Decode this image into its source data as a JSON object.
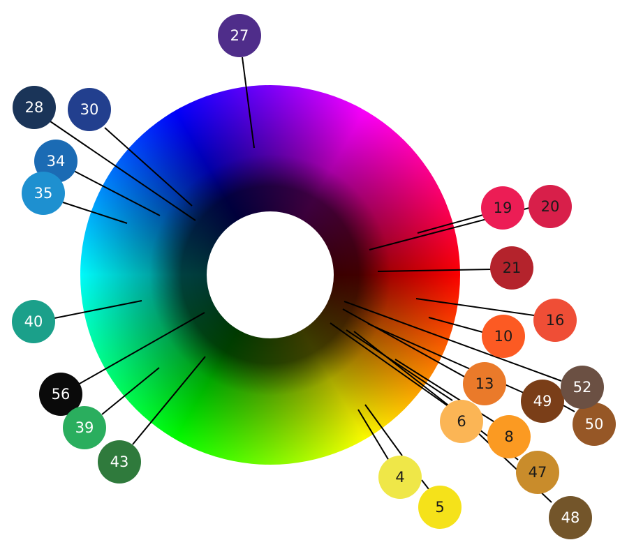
{
  "nodes": [
    {
      "id": "27",
      "label": "27",
      "color": "#4f2d8a",
      "text": "#ffffff"
    },
    {
      "id": "28",
      "label": "28",
      "color": "#1a3458",
      "text": "#ffffff"
    },
    {
      "id": "30",
      "label": "30",
      "color": "#223f8e",
      "text": "#ffffff"
    },
    {
      "id": "34",
      "label": "34",
      "color": "#1b6bb4",
      "text": "#ffffff"
    },
    {
      "id": "35",
      "label": "35",
      "color": "#1e90d0",
      "text": "#ffffff"
    },
    {
      "id": "40",
      "label": "40",
      "color": "#1ba08a",
      "text": "#ffffff"
    },
    {
      "id": "56",
      "label": "56",
      "color": "#0a0a0a",
      "text": "#ffffff"
    },
    {
      "id": "39",
      "label": "39",
      "color": "#2aae5e",
      "text": "#ffffff"
    },
    {
      "id": "43",
      "label": "43",
      "color": "#2f7a3c",
      "text": "#ffffff"
    },
    {
      "id": "4",
      "label": "4",
      "color": "#efe748",
      "text": "#1a1a1a"
    },
    {
      "id": "5",
      "label": "5",
      "color": "#f5e21a",
      "text": "#1a1a1a"
    },
    {
      "id": "6",
      "label": "6",
      "color": "#fbb555",
      "text": "#1a1a1a"
    },
    {
      "id": "8",
      "label": "8",
      "color": "#fb9a22",
      "text": "#1a1a1a"
    },
    {
      "id": "13",
      "label": "13",
      "color": "#ea7a2a",
      "text": "#1a1a1a"
    },
    {
      "id": "47",
      "label": "47",
      "color": "#c98c2b",
      "text": "#1a1a1a"
    },
    {
      "id": "48",
      "label": "48",
      "color": "#73552a",
      "text": "#ffffff"
    },
    {
      "id": "49",
      "label": "49",
      "color": "#7a3e18",
      "text": "#ffffff"
    },
    {
      "id": "50",
      "label": "50",
      "color": "#965726",
      "text": "#ffffff"
    },
    {
      "id": "52",
      "label": "52",
      "color": "#6b5043",
      "text": "#ffffff"
    },
    {
      "id": "10",
      "label": "10",
      "color": "#fc5a23",
      "text": "#1a1a1a"
    },
    {
      "id": "16",
      "label": "16",
      "color": "#ef4e36",
      "text": "#1a1a1a"
    },
    {
      "id": "21",
      "label": "21",
      "color": "#b4232c",
      "text": "#1a1a1a"
    },
    {
      "id": "19",
      "label": "19",
      "color": "#ec1d55",
      "text": "#1a1a1a"
    },
    {
      "id": "20",
      "label": "20",
      "color": "#d81f4a",
      "text": "#1a1a1a"
    }
  ]
}
